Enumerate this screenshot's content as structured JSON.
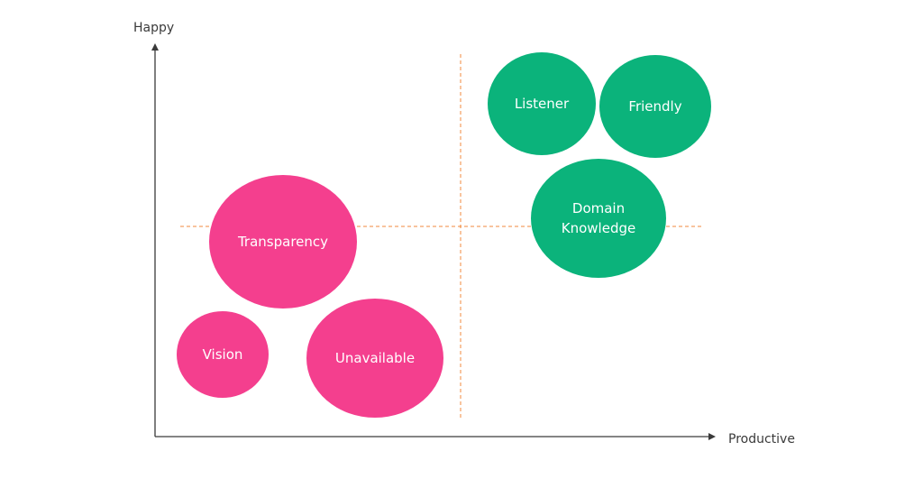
{
  "axes": {
    "y_label": "Happy",
    "x_label": "Productive"
  },
  "colors": {
    "axis": "#3a3a3a",
    "divider": "#f08a3c",
    "pink": "#f43f8e",
    "green": "#0bb37b",
    "label": "#ffffff"
  },
  "bubbles": [
    {
      "id": "listener",
      "lines": [
        "Listener"
      ],
      "color": "green"
    },
    {
      "id": "friendly",
      "lines": [
        "Friendly"
      ],
      "color": "green"
    },
    {
      "id": "domain-knowledge",
      "lines": [
        "Domain",
        "Knowledge"
      ],
      "color": "green"
    },
    {
      "id": "transparency",
      "lines": [
        "Transparency"
      ],
      "color": "pink"
    },
    {
      "id": "vision",
      "lines": [
        "Vision"
      ],
      "color": "pink"
    },
    {
      "id": "unavailable",
      "lines": [
        "Unavailable"
      ],
      "color": "pink"
    }
  ]
}
